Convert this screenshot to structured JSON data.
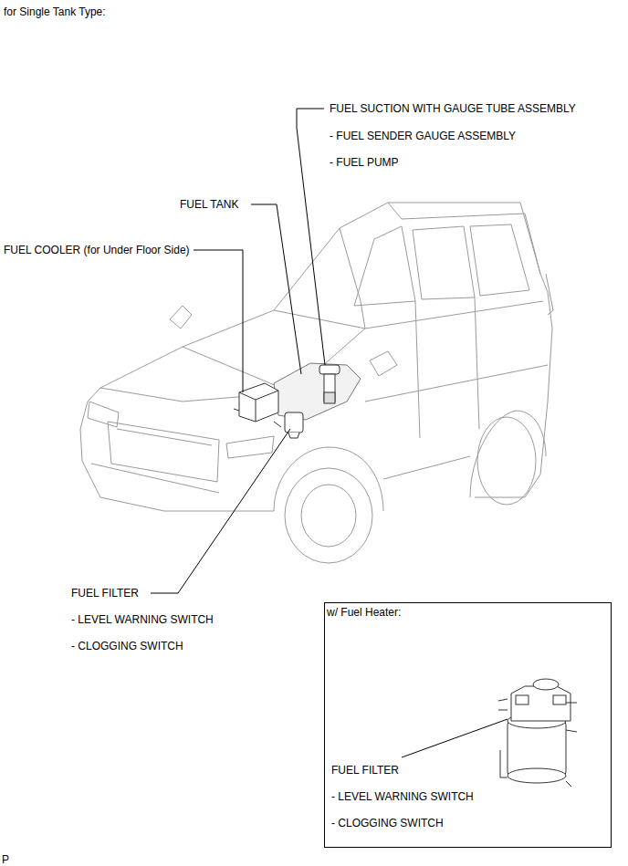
{
  "diagram": {
    "title": "for Single Tank Type:",
    "nodes": [
      {
        "text": [
          "w/ Fuel Heater:",
          "FUEL FILTER",
          "- LEVEL WARNING SWITCH",
          "- CLOGGING SWITCH"
        ]
      }
    ],
    "labels": [
      "FUEL SUCTION WITH GAUGE TUBE ASSEMBLY",
      "- FUEL SENDER GAUGE ASSEMBLY",
      "- FUEL PUMP",
      "FUEL TANK",
      "FUEL COOLER (for Under Floor Side)",
      "FUEL FILTER",
      "- LEVEL WARNING SWITCH",
      "- CLOGGING SWITCH",
      "P"
    ]
  }
}
